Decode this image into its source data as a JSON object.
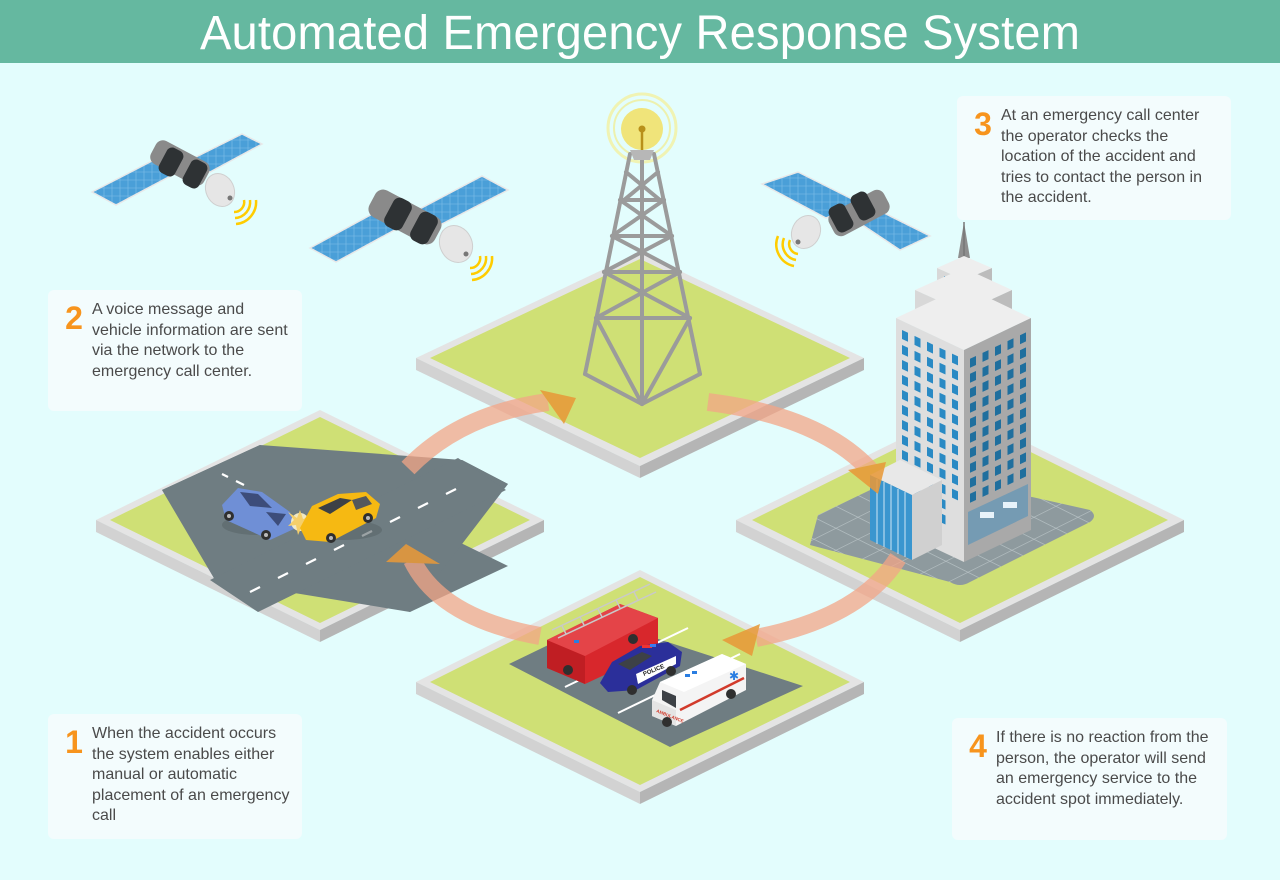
{
  "title": "Automated Emergency Response System",
  "colors": {
    "header_bg": "#65b8a0",
    "page_bg": "#e3fdfd",
    "card_bg": "#f3fcfd",
    "step_number": "#f7941d",
    "body_text": "#4a4a4a",
    "platform_grass": "#cfe075",
    "platform_edge": "#e2e2e2",
    "road": "#6f7d82",
    "arrow": "#f0a07c",
    "arrow_head": "#e8993a"
  },
  "steps": [
    {
      "number": "1",
      "text": "When the accident occurs the system enables either manual or automatic placement of an emergency call"
    },
    {
      "number": "2",
      "text": "A voice message and vehicle information are sent via the network to the emergency call center."
    },
    {
      "number": "3",
      "text": "At an emergency call center the operator checks the location of the accident and tries to contact the person in the accident."
    },
    {
      "number": "4",
      "text": "If there is no reaction from the person, the operator will send an emergency service to the accident spot immediately."
    }
  ],
  "scene": {
    "platforms": [
      {
        "id": "accident",
        "label": "accident-platform"
      },
      {
        "id": "tower",
        "label": "cell-tower-platform"
      },
      {
        "id": "callcenter",
        "label": "call-center-platform"
      },
      {
        "id": "services",
        "label": "emergency-services-platform"
      }
    ],
    "vehicles": {
      "police_label": "POLICE",
      "ambulance_label": "AMBULANCE"
    },
    "icons": [
      "satellite-icon",
      "cell-tower-icon",
      "office-building-icon",
      "car-icon",
      "fire-truck-icon",
      "police-car-icon",
      "ambulance-icon",
      "signal-waves-icon",
      "flow-arrow-icon"
    ]
  }
}
